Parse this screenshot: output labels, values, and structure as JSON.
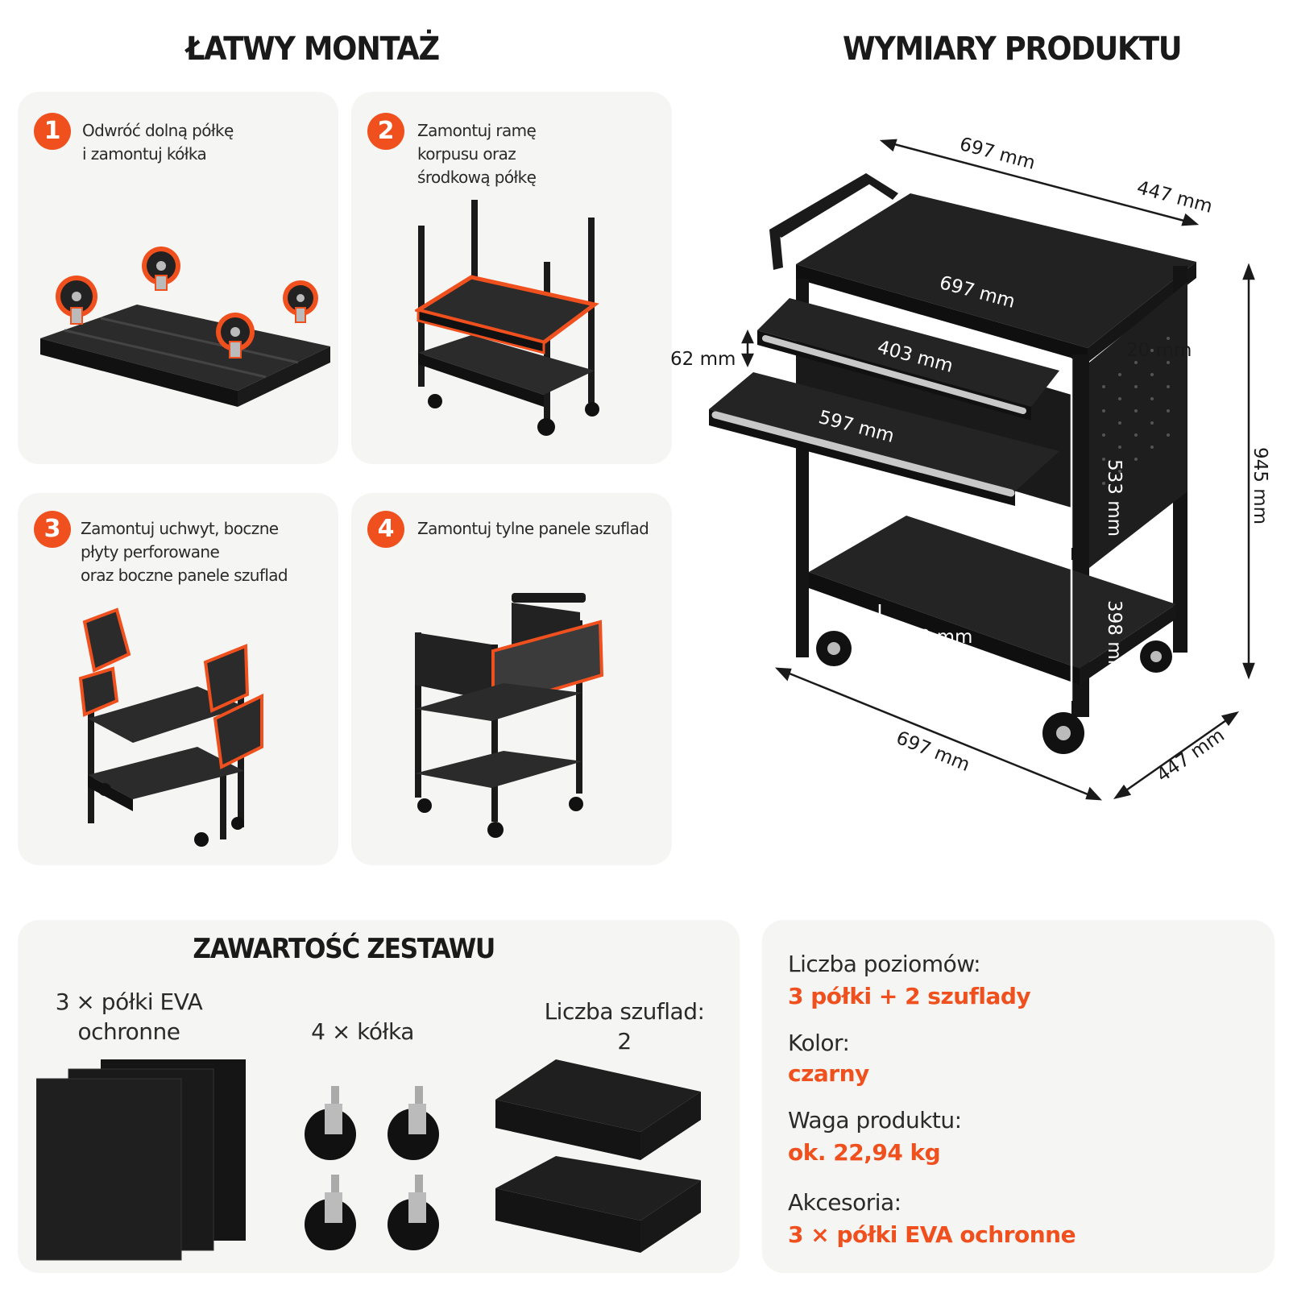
{
  "assembly": {
    "title": "ŁATWY MONTAŻ",
    "steps": [
      {
        "number": "1",
        "text": "Odwróć dolną półkę\ni zamontuj kółka"
      },
      {
        "number": "2",
        "text": "Zamontuj ramę\nkorpusu oraz\nśrodkową półkę"
      },
      {
        "number": "3",
        "text": "Zamontuj uchwyt, boczne\npłyty perforowane\noraz boczne panele szuflad"
      },
      {
        "number": "4",
        "text": "Zamontuj tylne panele szuflad"
      }
    ]
  },
  "dimensions": {
    "title": "WYMIARY PRODUKTU",
    "top_width": "697 mm",
    "top_depth": "447 mm",
    "tray_width": "697 mm",
    "rim": "20 mm",
    "drawer_height": "62 mm",
    "drawer_upper": "403 mm",
    "drawer_lower": "597 mm",
    "middle_gap": "533 mm",
    "total_height": "945 mm",
    "bottom_rim": "50 mm",
    "lower_gap": "398 mm",
    "bottom_width": "697 mm",
    "bottom_depth": "447 mm"
  },
  "kit": {
    "title": "ZAWARTOŚĆ ZESTAWU",
    "items": [
      {
        "label": "3 × półki EVA\nochronne"
      },
      {
        "label": "4 × kółka"
      },
      {
        "label": "Liczba szuflad:\n2"
      }
    ]
  },
  "specs": [
    {
      "label": "Liczba poziomów:",
      "value": "3 półki + 2 szuflady"
    },
    {
      "label": "Kolor:",
      "value": "czarny"
    },
    {
      "label": "Waga produktu:",
      "value": "ok. 22,94 kg"
    },
    {
      "label": "Akcesoria:",
      "value": "3 × półki EVA ochronne"
    }
  ],
  "colors": {
    "accent": "#f0501e",
    "card": "#f5f5f4",
    "metal": "#1c1c1c"
  }
}
